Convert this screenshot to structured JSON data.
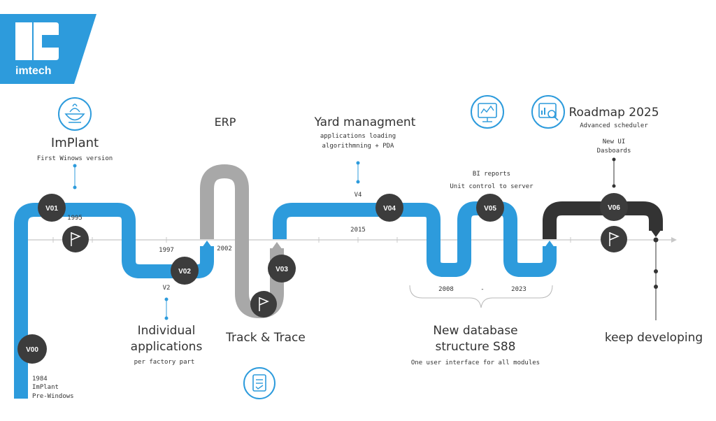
{
  "brand": {
    "name": "imtech"
  },
  "colors": {
    "blue": "#2d9bdc",
    "gray": "#a8a8a8",
    "dark": "#333333",
    "node": "#3c3c3c"
  },
  "milestones": {
    "implant": {
      "title": "ImPlant",
      "sub": "First Winows version",
      "year": "1995",
      "node": "V01"
    },
    "individual": {
      "title_line1": "Individual",
      "title_line2": "applications",
      "sub": "per factory part",
      "year": "1997",
      "version": "V2",
      "node": "V02"
    },
    "erp": {
      "title": "ERP",
      "year": "2002"
    },
    "track": {
      "title": "Track & Trace",
      "node": "V03"
    },
    "yard": {
      "title": "Yard managment",
      "sub1": "applications loading",
      "sub2": "algorithmning + PDA",
      "version": "V4",
      "year": "2015",
      "node": "V04"
    },
    "bi": {
      "line1": "BI reports",
      "line2": "Unit control to server",
      "node": "V05"
    },
    "database": {
      "years_start": "2008",
      "dash": "-",
      "years_end": "2023",
      "title_line1": "New database",
      "title_line2": "structure S88",
      "sub": "One user interface for all modules"
    },
    "roadmap": {
      "title": "Roadmap 2025",
      "sub": "Advanced scheduler",
      "line1": "New UI",
      "line2": "Dasboards",
      "node": "V06"
    },
    "keep": {
      "title": "keep developing"
    },
    "origin": {
      "node": "V00",
      "line1": "1984",
      "line2": "ImPlant",
      "line3": "Pre-Windows"
    }
  },
  "icons": [
    "bowl-icon",
    "clipboard-check-icon",
    "dashboard-icon",
    "magnifier-chart-icon",
    "flag-icon"
  ]
}
